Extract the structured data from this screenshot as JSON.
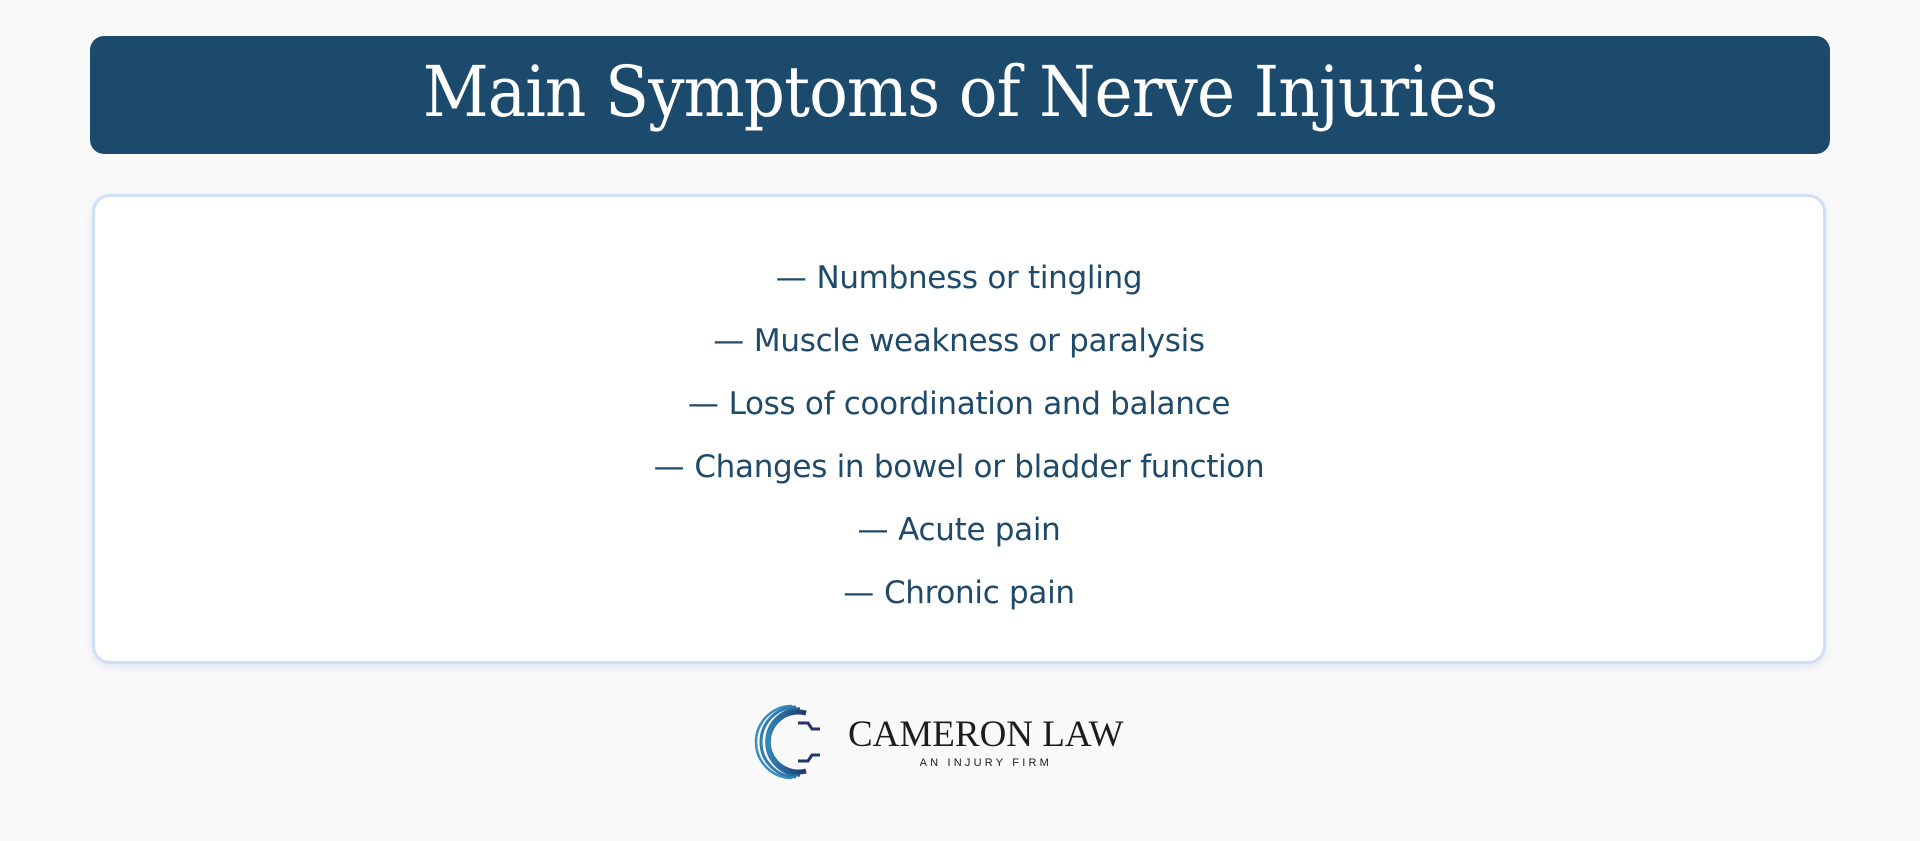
{
  "header": {
    "title": "Main Symptoms of Nerve Injuries",
    "background_color": "#1c4a6c"
  },
  "symptoms": {
    "bullet": "—",
    "items": [
      "Numbness or tingling",
      "Muscle weakness or paralysis",
      "Loss of coordination and balance",
      "Changes in bowel or bladder function",
      "Acute pain",
      "Chronic pain"
    ],
    "text_color": "#1f4a6a"
  },
  "logo": {
    "icon": "cameron-law-c-icon",
    "name": "CAMERON LAW",
    "tagline": "AN INJURY FIRM"
  }
}
